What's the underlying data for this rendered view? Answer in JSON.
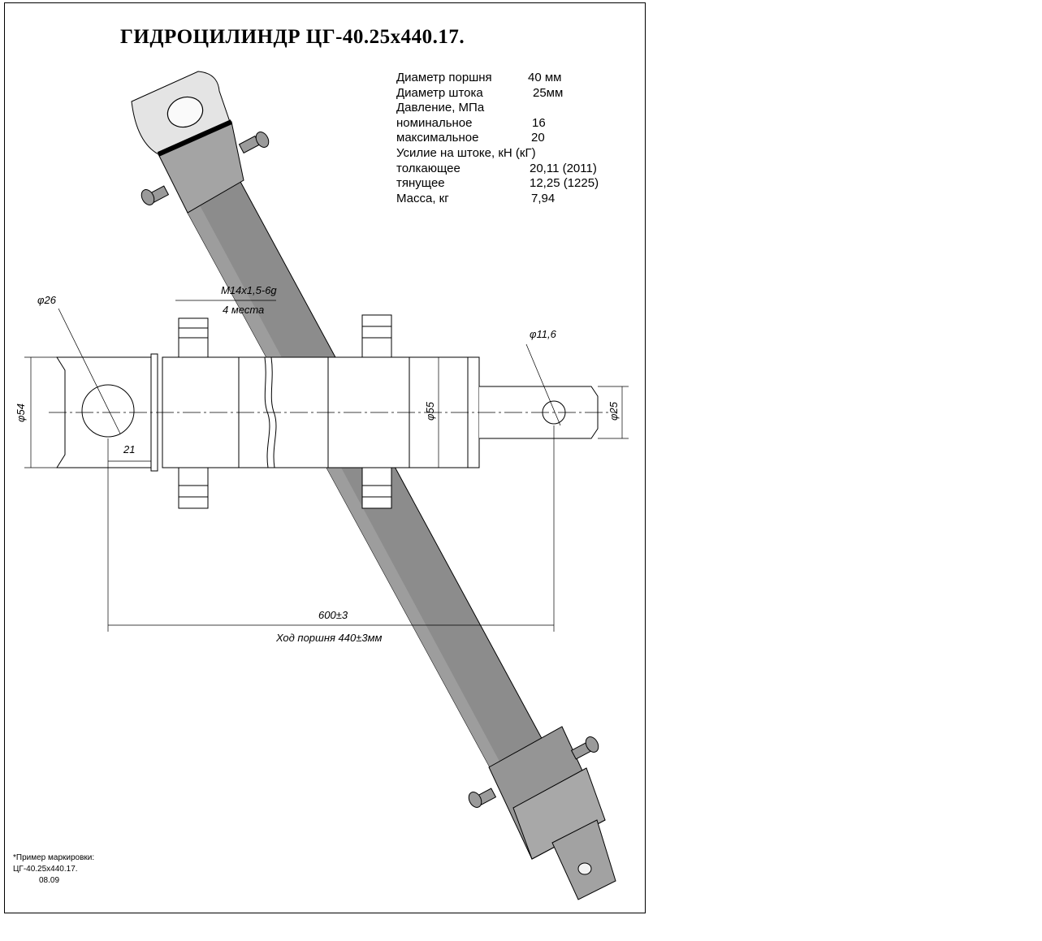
{
  "title": "ГИДРОЦИЛИНДР ЦГ-40.25x440.17.",
  "specs": [
    {
      "label": "Диаметр поршня",
      "value": "40 мм"
    },
    {
      "label": "Диаметр штока",
      "value": "25мм"
    },
    {
      "label": "Давление, МПа",
      "value": ""
    },
    {
      "label": "номинальное",
      "value": "16"
    },
    {
      "label": "максимальное",
      "value": "20"
    },
    {
      "label": "Усилие на штоке, кН (кГ)",
      "value": ""
    },
    {
      "label": "толкающее",
      "value": "20,11 (2011)"
    },
    {
      "label": "тянущее",
      "value": "12,25 (1225)"
    },
    {
      "label": "Масса, кг",
      "value": "7,94"
    }
  ],
  "dimensions": {
    "d_eye": "φ26",
    "thread": "M14x1,5-6g",
    "thread_count": "4 места",
    "d_rod_hole": "φ11,6",
    "d_head": "φ54",
    "d_body": "φ55",
    "d_rod": "φ25",
    "offset": "21",
    "length": "600±3",
    "stroke": "Ход поршня 440±3мм"
  },
  "marking": {
    "line1": "*Пример маркировки:",
    "line2": "ЦГ-40.25x440.17.",
    "line3": "08.09"
  },
  "colors": {
    "body": "#8c8c8c",
    "body_light": "#b4b4b4",
    "outline": "#000000"
  }
}
